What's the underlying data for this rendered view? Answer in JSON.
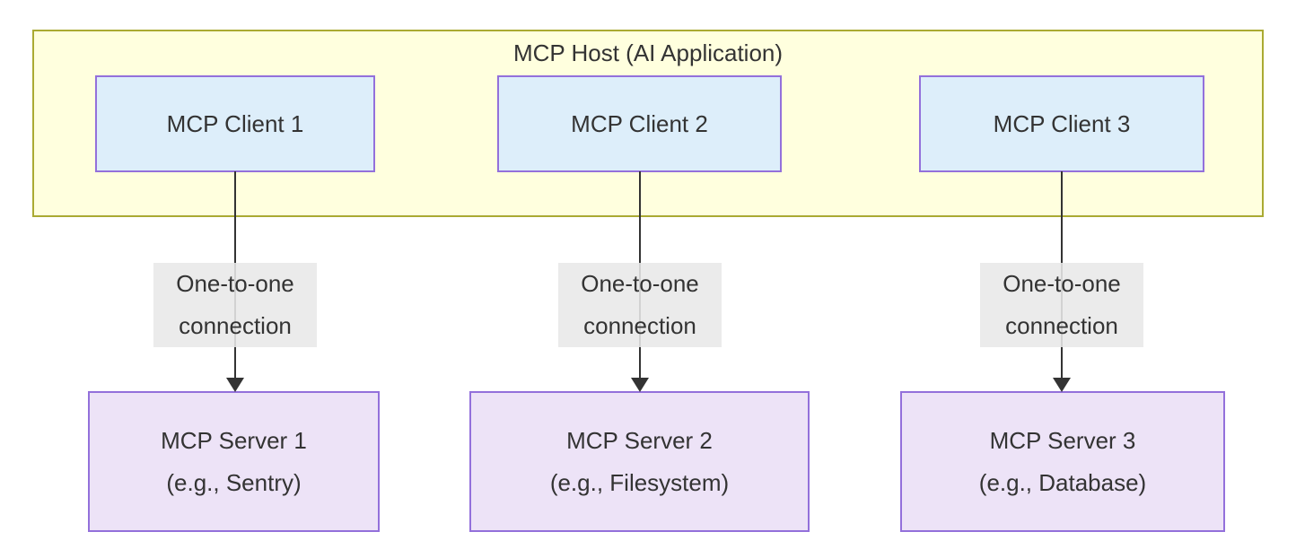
{
  "diagram": {
    "type": "flowchart",
    "host": {
      "title": "MCP Host (AI Application)"
    },
    "clients": [
      {
        "label": "MCP Client 1"
      },
      {
        "label": "MCP Client 2"
      },
      {
        "label": "MCP Client 3"
      }
    ],
    "edges": [
      {
        "lines": [
          "One-to-one",
          "connection"
        ]
      },
      {
        "lines": [
          "One-to-one",
          "connection"
        ]
      },
      {
        "lines": [
          "One-to-one",
          "connection"
        ]
      }
    ],
    "servers": [
      {
        "lines": [
          "MCP Server 1",
          "(e.g., Sentry)"
        ]
      },
      {
        "lines": [
          "MCP Server 2",
          "(e.g., Filesystem)"
        ]
      },
      {
        "lines": [
          "MCP Server 3",
          "(e.g., Database)"
        ]
      }
    ],
    "colors": {
      "host_fill": "#ffffde",
      "host_border": "#aaaa33",
      "client_fill": "#ddeefa",
      "client_border": "#9370db",
      "server_fill": "#ede3f7",
      "server_border": "#9370db",
      "edge_label_bg": "#e8e8e8",
      "line": "#333333",
      "text": "#333333"
    }
  }
}
